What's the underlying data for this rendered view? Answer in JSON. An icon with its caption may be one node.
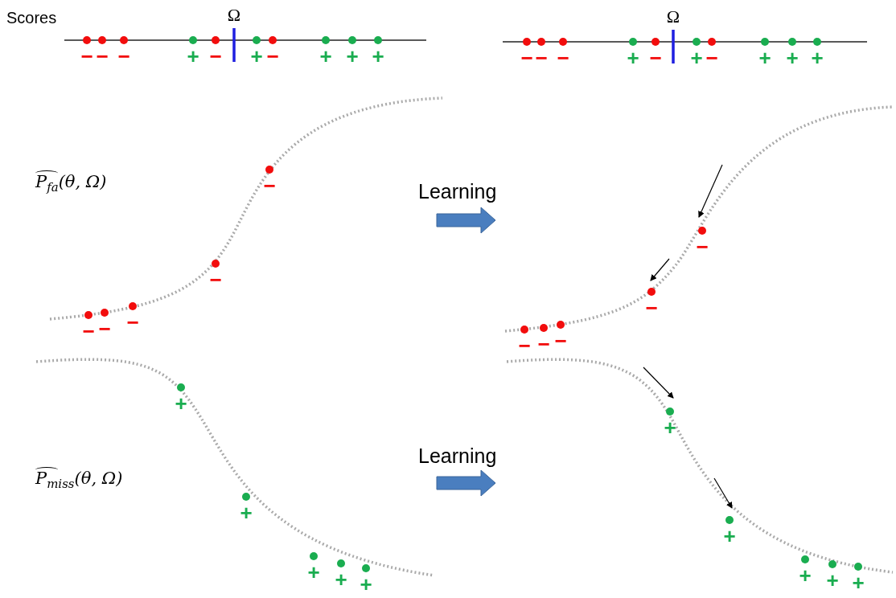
{
  "diagram": {
    "labels": [
      "Scores",
      "Ω",
      "Ω",
      "−",
      "−",
      "−",
      "+",
      "−",
      "+",
      "−",
      "+",
      "+",
      "+",
      "−",
      "−",
      "−",
      "+",
      "−",
      "+",
      "−",
      "+",
      "+",
      "+",
      "P$_{fa}$(θ, Ω)",
      "Learning",
      "−",
      "−",
      "−",
      "−",
      "−",
      "−",
      "−",
      "−",
      "−",
      "−",
      "P$_{miss}$(θ, Ω)",
      "Learning",
      "+",
      "+",
      "+",
      "+",
      "+",
      "+",
      "+",
      "+",
      "+",
      "+"
    ]
  }
}
